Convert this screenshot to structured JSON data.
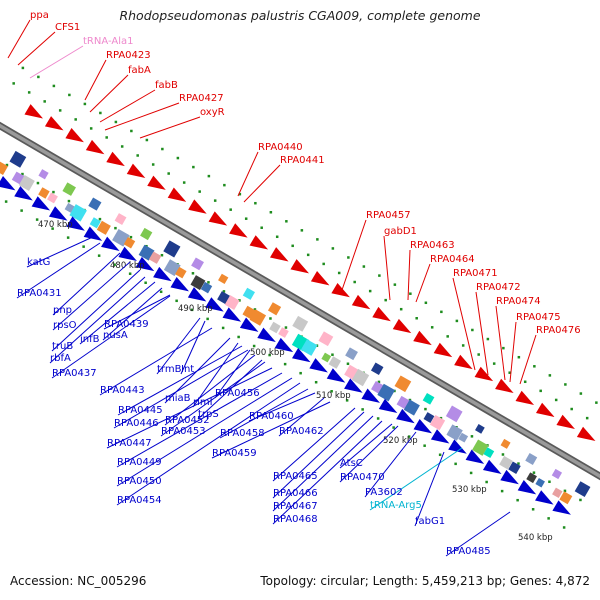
{
  "title": "Rhodopseudomonas palustris CGA009, complete genome",
  "footer": {
    "accession": "Accession: NC_005296",
    "info": "Topology: circular; Length: 5,459,213 bp; Genes: 4,872"
  },
  "colors": {
    "backbone": "#7f7f7f",
    "forward_gene": "#e00000",
    "reverse_gene": "#0000cc",
    "trna": "#00b4d0",
    "trna_pink": "#ee88cc",
    "tick_dots": "#1e8c1e"
  },
  "kbp_labels": [
    "470 kbp",
    "480 kbp",
    "490 kbp",
    "500 kbp",
    "510 kbp",
    "520 kbp",
    "530 kbp",
    "540 kbp"
  ],
  "red_labels": [
    "ppa",
    "CFS1",
    "RPA0423",
    "fabA",
    "fabB",
    "RPA0427",
    "oxyR",
    "RPA0440",
    "RPA0441",
    "RPA0457",
    "gabD1",
    "RPA0463",
    "RPA0464",
    "RPA0471",
    "RPA0472",
    "RPA0474",
    "RPA0475",
    "RPA0476"
  ],
  "pink_labels": [
    "tRNA-Ala1"
  ],
  "cyan_labels": [
    "tRNA-Arg5"
  ],
  "blue_labels": [
    "katG",
    "RPA0431",
    "pnp",
    "rpsO",
    "truB",
    "rbfA",
    "infB",
    "nusA",
    "RPA0437",
    "RPA0439",
    "trmB",
    "Int",
    "RPA0443",
    "miaB",
    "rimI",
    "RPA0456",
    "RPA0445",
    "RPA0446",
    "RPA0452",
    "trpS",
    "RPA0453",
    "RPA0447",
    "RPA0449",
    "RPA0450",
    "RPA0454",
    "RPA0458",
    "RPA0460",
    "RPA0462",
    "RPA0459",
    "RPA0465",
    "RPA0466",
    "RPA0467",
    "RPA0468",
    "AtsC",
    "RPA0470",
    "PA3602",
    "fabG1",
    "RPA0485"
  ]
}
